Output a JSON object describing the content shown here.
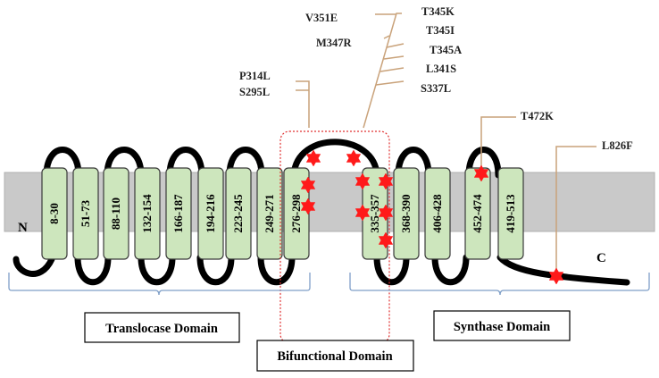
{
  "colors": {
    "membrane": "#c9c9c9",
    "helix_fill": "#cde6bd",
    "helix_stroke": "#3a3a3a",
    "loop": "#000000",
    "mutation": "#ff1a1a",
    "pointer": "#c9a27a",
    "bracket": "#7f9fc8",
    "bifunctional_box": "#e03030"
  },
  "termini": {
    "n": "N",
    "c": "C"
  },
  "helices": [
    "8-30",
    "51-73",
    "88-110",
    "132-154",
    "166-187",
    "194-216",
    "223-245",
    "249-271",
    "276-298",
    "335-357",
    "368-390",
    "406-428",
    "452-474",
    "419-513"
  ],
  "mutations": {
    "group_1": [
      "P314L",
      "S295L"
    ],
    "group_2_left": [
      "V351E",
      "M347R"
    ],
    "group_2_right": [
      "T345K",
      "T345I",
      "T345A",
      "L341S",
      "S337L"
    ],
    "single_1": "T472K",
    "single_2": "L826F"
  },
  "domains": {
    "translocase": "Translocase Domain",
    "bifunctional": "Bifunctional Domain",
    "synthase": "Synthase Domain"
  }
}
